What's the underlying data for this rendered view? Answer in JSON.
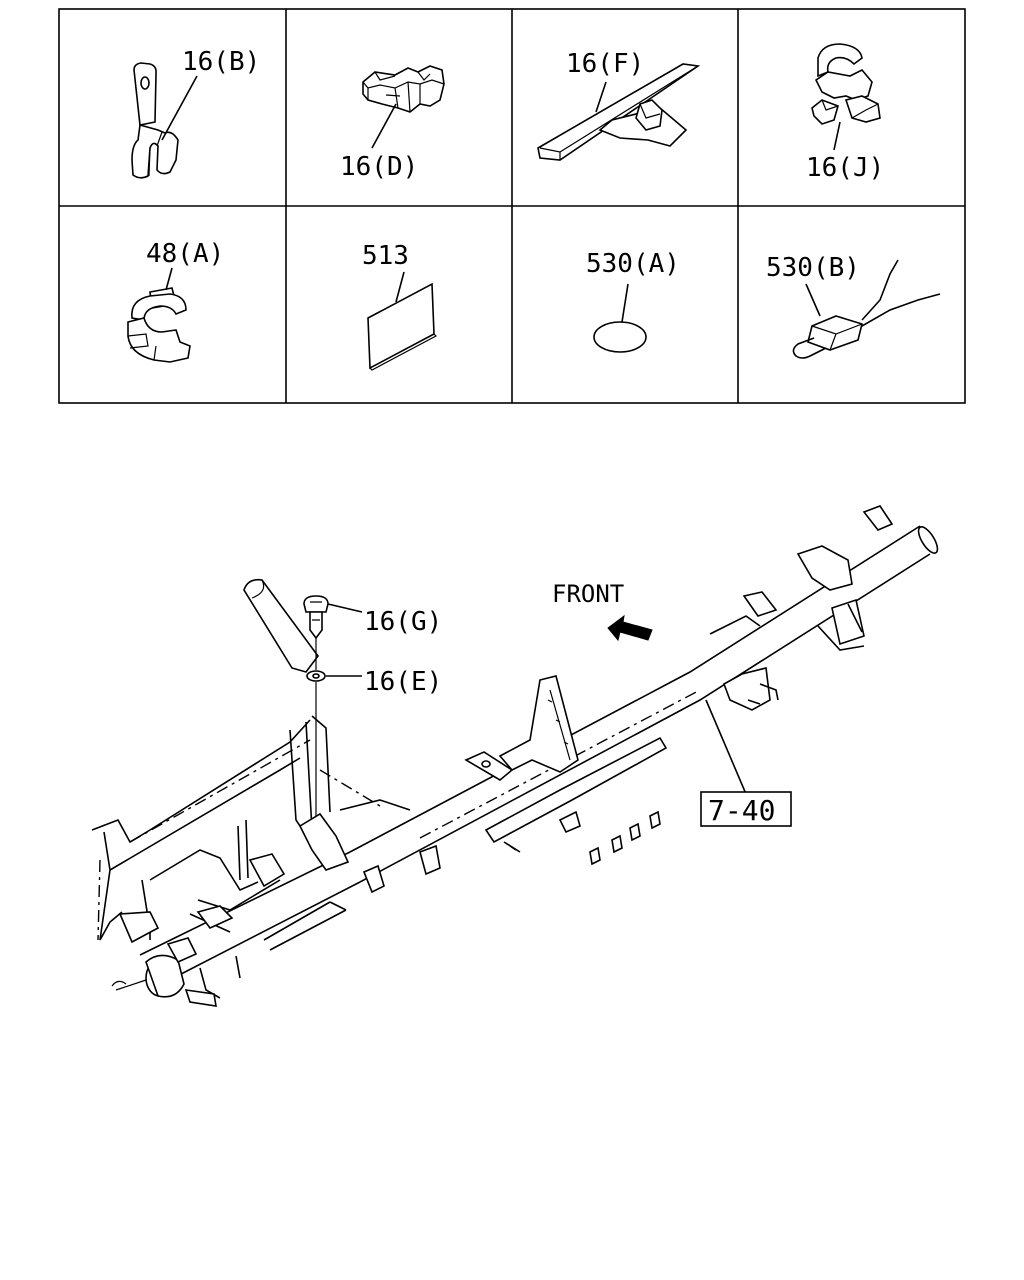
{
  "parts_table": {
    "cells": [
      {
        "label": "16(B)",
        "icon": "clip-with-tab-icon"
      },
      {
        "label": "16(D)",
        "icon": "harness-clip-icon"
      },
      {
        "label": "16(F)",
        "icon": "bracket-clip-icon"
      },
      {
        "label": "16(J)",
        "icon": "double-clip-icon"
      },
      {
        "label": "48(A)",
        "icon": "pipe-clamp-icon"
      },
      {
        "label": "513",
        "icon": "pad-icon"
      },
      {
        "label": "530(A)",
        "icon": "oval-sticker-icon"
      },
      {
        "label": "530(B)",
        "icon": "wire-holder-icon"
      }
    ]
  },
  "diagram": {
    "front_label": "FRONT",
    "callouts": {
      "g": "16(G)",
      "e": "16(E)",
      "ref": "7-40"
    }
  }
}
